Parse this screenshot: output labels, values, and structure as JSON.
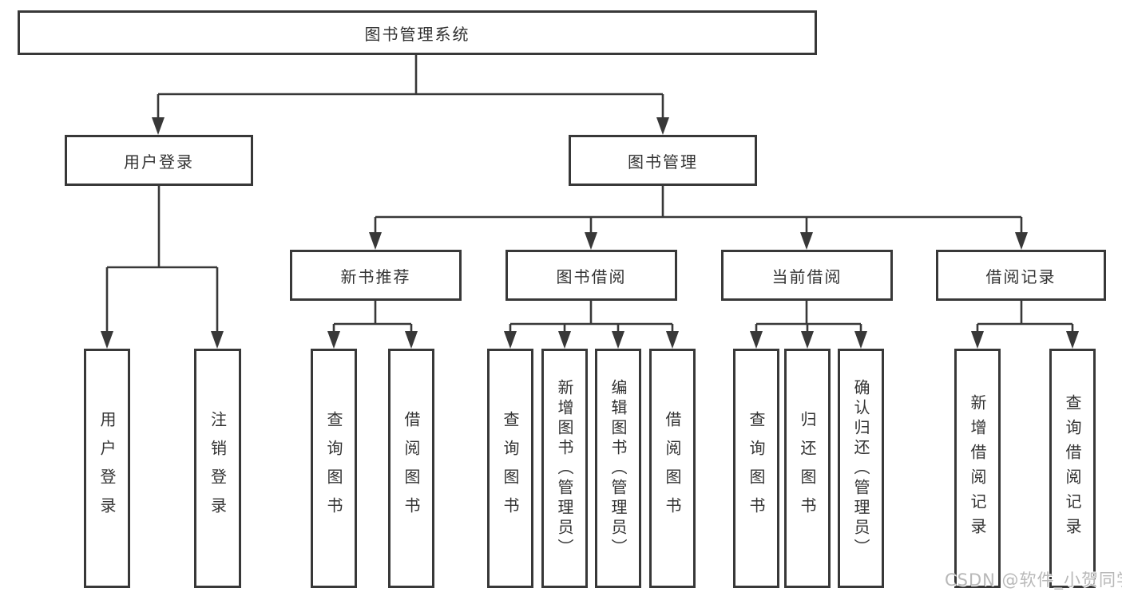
{
  "diagram": {
    "root": {
      "label": "图书管理系统"
    },
    "level2": [
      {
        "label": "用户登录"
      },
      {
        "label": "图书管理"
      }
    ],
    "level3": [
      {
        "label": "新书推荐"
      },
      {
        "label": "图书借阅"
      },
      {
        "label": "当前借阅"
      },
      {
        "label": "借阅记录"
      }
    ],
    "leaves": {
      "user_login": [
        "用户登录",
        "注销登录"
      ],
      "new_book": [
        "查询图书",
        "借阅图书"
      ],
      "book_borrow": [
        "查询图书",
        "新增图书（管理员）",
        "编辑图书（管理员）",
        "借阅图书"
      ],
      "current_borrow": [
        "查询图书",
        "归还图书",
        "确认归还（管理员）"
      ],
      "borrow_record": [
        "新增借阅记录",
        "查询借阅记录"
      ]
    }
  },
  "watermark": {
    "text": "CSDN @软件_小贺同学"
  },
  "colors": {
    "line": "#383838",
    "text": "#333333",
    "watermark": "#b8b8b8",
    "background": "#ffffff"
  }
}
